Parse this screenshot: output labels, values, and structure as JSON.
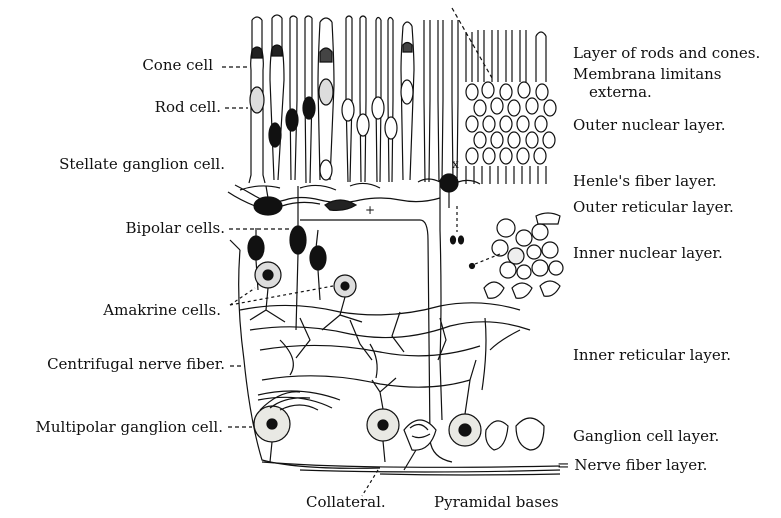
{
  "left_labels": {
    "cone_cell": "Cone cell",
    "rod_cell": "Rod cell.",
    "stellate_ganglion_cell": "Stellate ganglion cell.",
    "bipolar_cells": "Bipolar cells.",
    "amakrine_cells": "Amakrine cells.",
    "centrifugal_nerve_fiber": "Centrifugal nerve fiber.",
    "multipolar_ganglion_cell": "Multipolar ganglion cell."
  },
  "right_labels": {
    "rods_and_cones": "Layer of rods and cones.",
    "membrana_limitans_line1": "Membrana limitans",
    "membrana_limitans_line2": "externa.",
    "outer_nuclear": "Outer nuclear layer.",
    "henles_fiber": "Henle's fiber layer.",
    "outer_reticular": "Outer reticular layer.",
    "inner_nuclear": "Inner nuclear layer.",
    "inner_reticular": "Inner reticular layer.",
    "ganglion_cell": "Ganglion cell layer.",
    "nerve_fiber": "= Nerve fiber layer."
  },
  "bottom_labels": {
    "collateral": "Collateral.",
    "pyramidal_bases": "Pyramidal bases"
  },
  "markers": {
    "x_mark": "x",
    "plus_mark": "+"
  },
  "colors": {
    "ink": "#111111",
    "paper": "#ffffff",
    "cell_fill": "#e9e9e4"
  }
}
